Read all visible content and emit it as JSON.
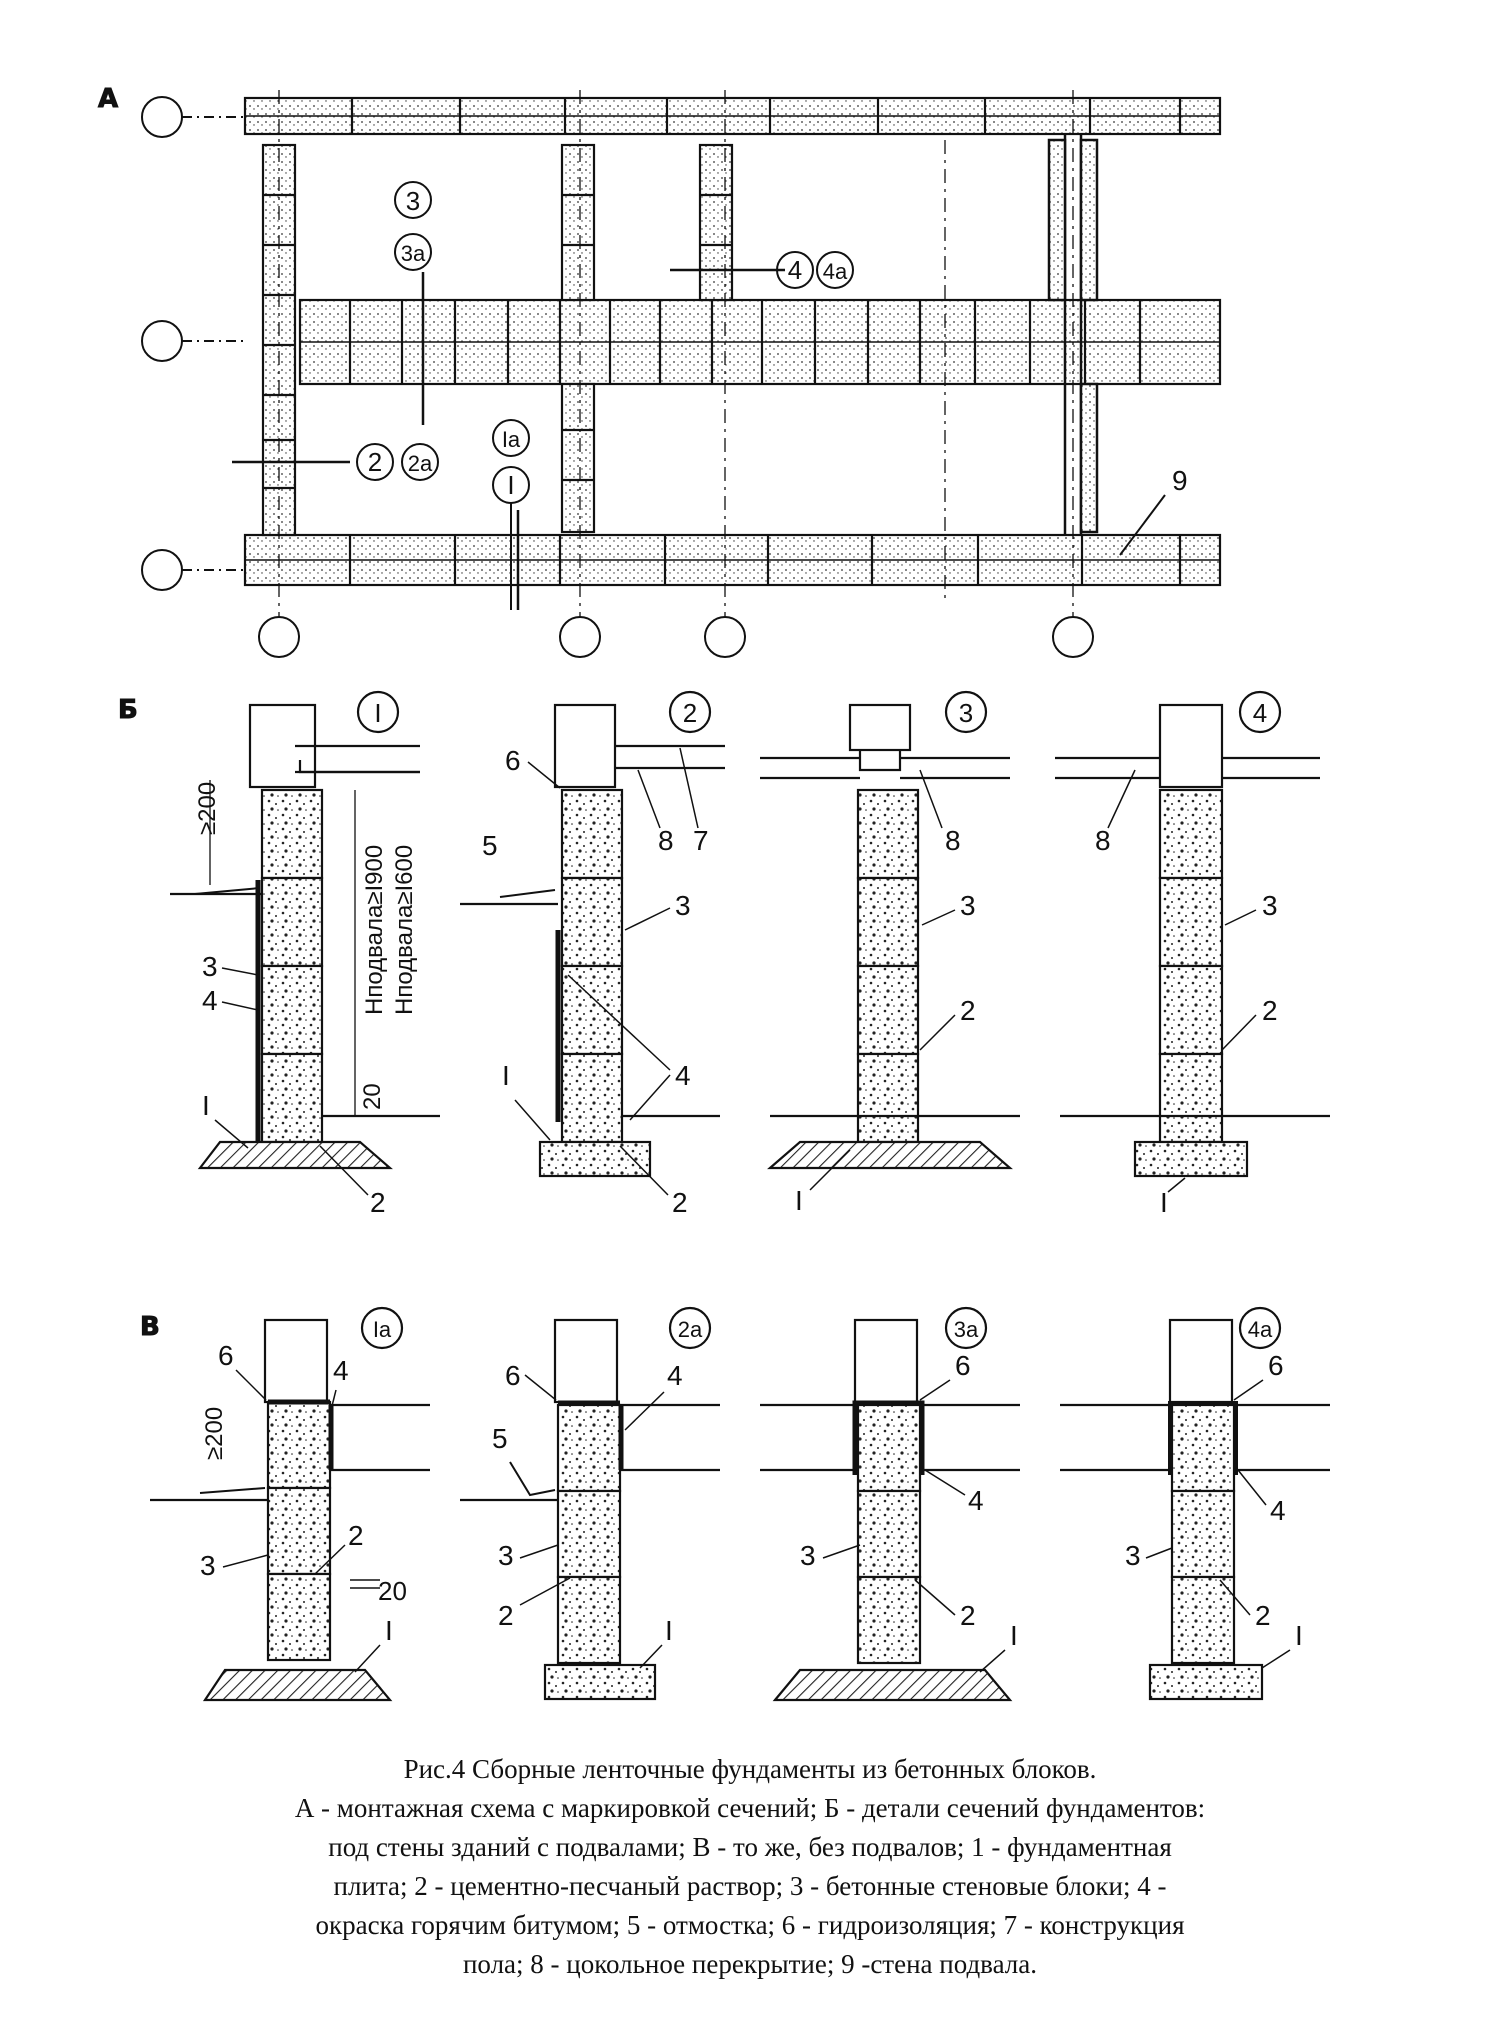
{
  "sections": {
    "A": "А",
    "B": "Б",
    "V": "В"
  },
  "plan_markers": {
    "s3": "3",
    "s3a": "3а",
    "s4": "4",
    "s4a": "4а",
    "s2": "2",
    "s2a": "2а",
    "s1a": "Iа",
    "s1": "I",
    "n9": "9"
  },
  "section_b": {
    "titles": [
      "I",
      "2",
      "3",
      "4"
    ],
    "dims": {
      "min200": "≥200",
      "h1900": "Нподвала≥I900",
      "h1600": "Нподвала≥I600",
      "d20": "20"
    },
    "callouts": {
      "c1_3": "3",
      "c1_4": "4",
      "c1_I": "I",
      "c1_2": "2",
      "c2_6": "6",
      "c2_5": "5",
      "c2_8": "8",
      "c2_7": "7",
      "c2_3": "3",
      "c2_4": "4",
      "c2_I": "I",
      "c2_2": "2",
      "c3_8": "8",
      "c3_3": "3",
      "c3_2": "2",
      "c3_I": "I",
      "c4_8": "8",
      "c4_3": "3",
      "c4_2": "2",
      "c4_I": "I"
    }
  },
  "section_v": {
    "titles": [
      "Iа",
      "2а",
      "3а",
      "4а"
    ],
    "dims": {
      "min200": "≥200",
      "d20": "20"
    },
    "callouts": {
      "c1_6": "6",
      "c1_4": "4",
      "c1_3": "3",
      "c1_2": "2",
      "c1_I": "I",
      "c2_6": "6",
      "c2_4": "4",
      "c2_5": "5",
      "c2_3": "3",
      "c2_2": "2",
      "c2_I": "I",
      "c3_6": "6",
      "c3_4": "4",
      "c3_3": "3",
      "c3_2": "2",
      "c3_I": "I",
      "c4_6": "6",
      "c4_4": "4",
      "c4_3": "3",
      "c4_2": "2",
      "c4_I": "I"
    }
  },
  "caption": {
    "line1": "Рис.4 Сборные ленточные фундаменты из бетонных блоков.",
    "line2": "А - монтажная схема с маркировкой сечений; Б - детали сечений фундаментов:",
    "line3": "под стены зданий с подвалами; В - то же, без подвалов; 1 - фундаментная",
    "line4": "плита; 2 - цементно-песчаный раствор; 3 - бетонные стеновые блоки; 4 -",
    "line5": "окраска горячим битумом; 5 - отмостка; 6 - гидроизоляция; 7 - конструкция",
    "line6": "пола; 8 - цокольное перекрытие; 9 -стена подвала."
  },
  "colors": {
    "ink": "#111111",
    "paper": "#ffffff"
  }
}
